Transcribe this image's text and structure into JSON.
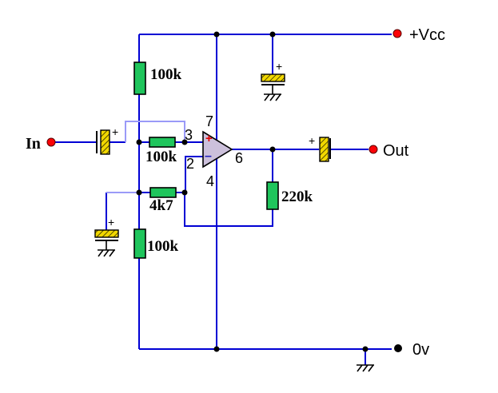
{
  "schematic": {
    "terminals": {
      "in": "In",
      "out": "Out",
      "vcc": "+Vcc",
      "ground": "0v"
    },
    "resistors": {
      "bias_top": "100k",
      "input_series": "100k",
      "gain": "4k7",
      "bias_bottom": "100k",
      "feedback": "220k"
    },
    "opamp": {
      "plus_mark": "+",
      "minus_mark": "–",
      "pin_noninverting": "3",
      "pin_inverting": "2",
      "pin_vplus": "7",
      "pin_vminus": "4",
      "pin_output": "6"
    },
    "capacitors": {
      "polarity_mark": "+"
    },
    "colors": {
      "wire": "#0000d4",
      "wire_alt": "#9a9af8",
      "resistor_fill": "#1fc55c",
      "capacitor_fill": "#f2d800",
      "opamp_fill": "#ccc0db",
      "terminal_dot": "#fb0207",
      "junction_dot": "#000000",
      "opamp_plus": "#e00000",
      "opamp_minus": "#2222bb"
    }
  }
}
